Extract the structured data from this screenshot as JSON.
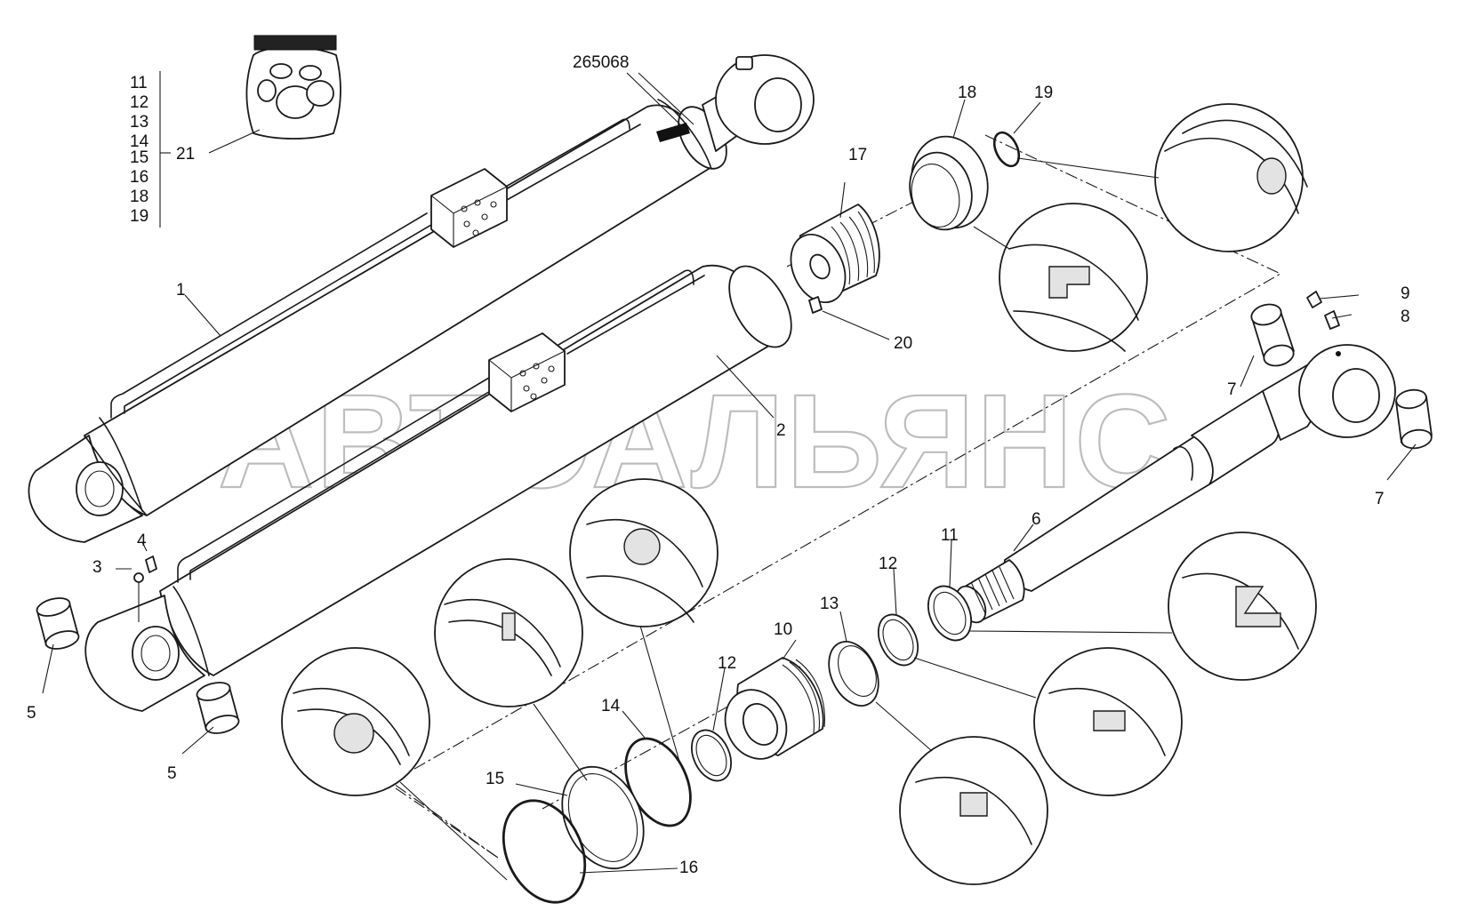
{
  "watermark": "АВТОАЛЬЯНС",
  "kit_number": "21",
  "kit_parts": [
    "11",
    "12",
    "13",
    "14",
    "15",
    "16",
    "18",
    "19"
  ],
  "labels": {
    "p1": "1",
    "p2": "2",
    "p3": "3",
    "p4": "4",
    "p5a": "5",
    "p5b": "5",
    "p6": "6",
    "p7a": "7",
    "p7b": "7",
    "p8": "8",
    "p9": "9",
    "p10": "10",
    "p11": "11",
    "p12a": "12",
    "p12b": "12",
    "p13": "13",
    "p14": "14",
    "p15": "15",
    "p16": "16",
    "p17": "17",
    "p18": "18",
    "p19": "19",
    "p20": "20",
    "code": "265068"
  }
}
